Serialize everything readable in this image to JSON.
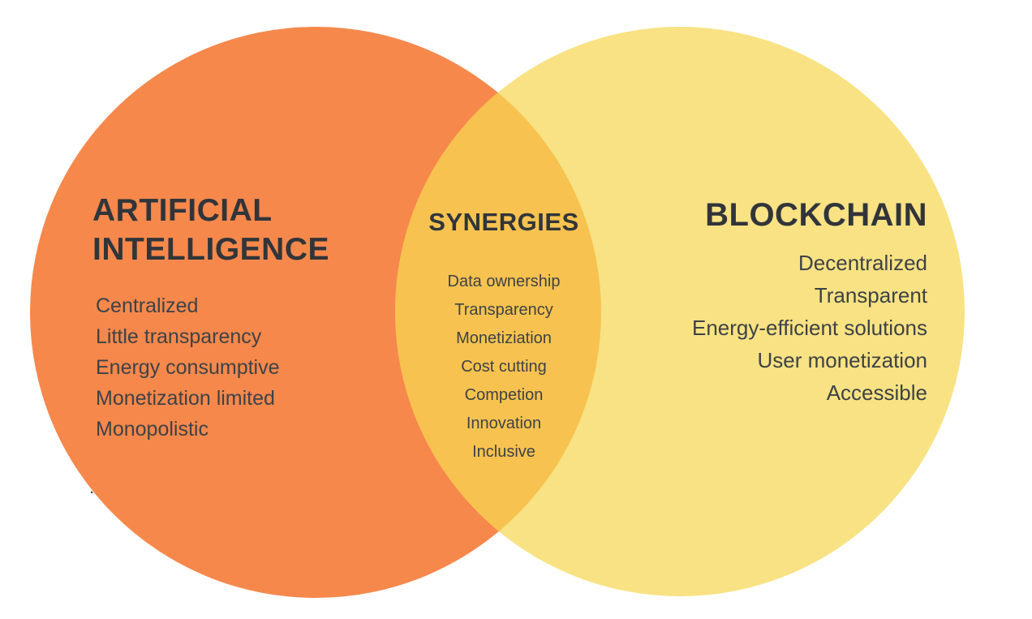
{
  "colors": {
    "background": "#FFFFFF",
    "ai_circle": "#F6884C",
    "blockchain_circle": "#F8E283",
    "overlap": "#F7C24F",
    "heading_text": "#31353A",
    "body_text": "#3E4246"
  },
  "venn": {
    "left": {
      "title": "ARTIFICIAL INTELLIGENCE",
      "items": [
        "Centralized",
        "Little transparency",
        "Energy consumptive",
        "Monetization limited",
        "Monopolistic"
      ]
    },
    "center": {
      "title": "SYNERGIES",
      "items": [
        "Data ownership",
        "Transparency",
        "Monetiziation",
        "Cost cutting",
        "Competion",
        "Innovation",
        "Inclusive"
      ]
    },
    "right": {
      "title": "BLOCKCHAIN",
      "items": [
        "Decentralized",
        "Transparent",
        "Energy-efficient solutions",
        "User monetization",
        "Accessible"
      ]
    },
    "stray_mark": "."
  }
}
